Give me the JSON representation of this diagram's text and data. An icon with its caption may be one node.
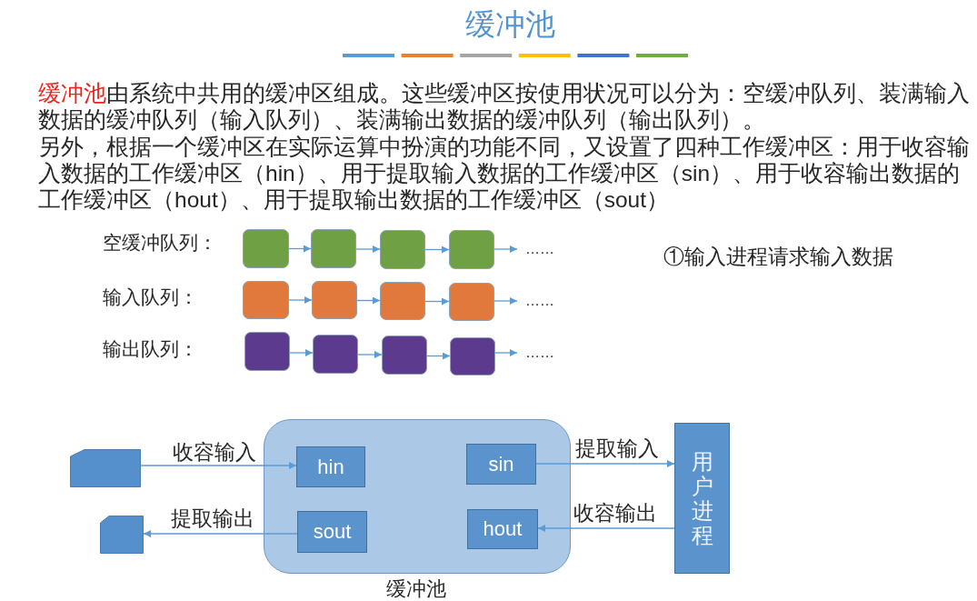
{
  "diagram": {
    "title": "缓冲池",
    "nodes": [
      {
        "text": [],
        "shape": "box"
      },
      {
        "text": [],
        "shape": "box"
      },
      {
        "text": [],
        "shape": "box"
      },
      {
        "text": [],
        "shape": "box"
      },
      {
        "text": [
          "……"
        ]
      },
      {
        "text": [],
        "shape": "box"
      },
      {
        "text": [],
        "shape": "box"
      },
      {
        "text": [],
        "shape": "box"
      },
      {
        "text": [],
        "shape": "box"
      },
      {
        "text": [
          "……"
        ]
      },
      {
        "text": [],
        "shape": "box"
      },
      {
        "text": [],
        "shape": "box"
      },
      {
        "text": [],
        "shape": "box"
      },
      {
        "text": [],
        "shape": "box"
      },
      {
        "text": [
          "……"
        ]
      },
      {
        "text": [],
        "shape": "card"
      },
      {
        "text": [],
        "shape": "card"
      },
      {
        "text": [
          "缓冲池"
        ]
      },
      {
        "text": [
          "hin"
        ],
        "in": 17
      },
      {
        "text": [
          "sin"
        ],
        "in": 17
      },
      {
        "text": [
          "sout"
        ],
        "in": 17
      },
      {
        "text": [
          "hout"
        ],
        "in": 17
      },
      {
        "text": [
          "用户进程"
        ]
      }
    ],
    "edges": [
      {
        "from": 0,
        "to": 1,
        "arrow": "to"
      },
      {
        "from": 1,
        "to": 2,
        "arrow": "to"
      },
      {
        "from": 2,
        "to": 3,
        "arrow": "to"
      },
      {
        "from": 3,
        "to": 4,
        "arrow": "to"
      },
      {
        "from": 5,
        "to": 6,
        "arrow": "to"
      },
      {
        "from": 6,
        "to": 7,
        "arrow": "to"
      },
      {
        "from": 7,
        "to": 8,
        "arrow": "to"
      },
      {
        "from": 8,
        "to": 9,
        "arrow": "to"
      },
      {
        "from": 10,
        "to": 11,
        "arrow": "to"
      },
      {
        "from": 11,
        "to": 12,
        "arrow": "to"
      },
      {
        "from": 12,
        "to": 13,
        "arrow": "to"
      },
      {
        "from": 13,
        "to": 14,
        "arrow": "to"
      },
      {
        "from": 15,
        "to": 18,
        "arrow": "to",
        "label": "收容输入"
      },
      {
        "from": 19,
        "to": 22,
        "arrow": "to",
        "label": "提取输入"
      },
      {
        "from": 20,
        "to": 16,
        "arrow": "to",
        "label": "提取输出"
      },
      {
        "from": 22,
        "to": 21,
        "arrow": "to",
        "label": "收容输出"
      }
    ],
    "labels": [
      "缓冲池",
      "由系统中共用的缓冲区组成。这些缓冲区按使用状况可以分为：空缓冲队列、装满输入数据的缓冲队列（输入队列）、装满输出数据的缓冲队列（输出队列）。",
      "另外，根据一个缓冲区在实际运算中扮演的功能不同，又设置了四种工作缓冲区：用于收容输入数据的工作缓冲区（hin）、用于提取输入数据的工作缓冲区（sin）、用于收容输出数据的工作缓冲区（hout）、用于提取输出数据的工作缓冲区（sout）",
      "空缓冲队列：",
      "输入队列：",
      "输出队列：",
      "①输入进程请求输入数据"
    ]
  }
}
